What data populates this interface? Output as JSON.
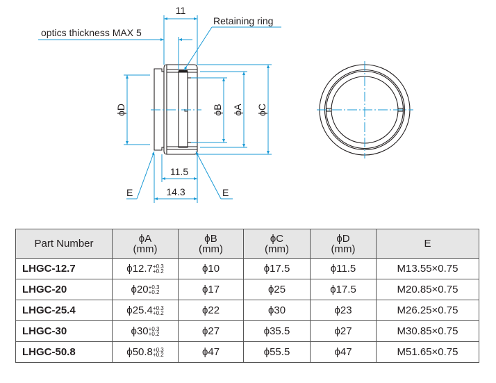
{
  "drawing": {
    "labels": {
      "dim_11": "11",
      "optics_thickness": "optics thickness MAX 5",
      "retaining_ring": "Retaining ring",
      "phi_d": "ϕD",
      "phi_b": "ϕB",
      "phi_a": "ϕA",
      "phi_c": "ϕC",
      "dim_11_5": "11.5",
      "dim_14_3": "14.3",
      "e_left": "E",
      "e_right": "E"
    },
    "colors": {
      "dimension": "#1a9ad6",
      "outline": "#231f20",
      "header_bg": "#e6e6e6"
    }
  },
  "table": {
    "headers": [
      {
        "title": "Part Number",
        "unit": ""
      },
      {
        "title": "ϕA",
        "unit": "(mm)"
      },
      {
        "title": "ϕB",
        "unit": "(mm)"
      },
      {
        "title": "ϕC",
        "unit": "(mm)"
      },
      {
        "title": "ϕD",
        "unit": "(mm)"
      },
      {
        "title": "E",
        "unit": ""
      }
    ],
    "rows": [
      {
        "part": "LHGC-12.7",
        "a": "ϕ12.7",
        "a_tol_upper": "+0.3",
        "a_tol_lower": "+0.2",
        "b": "ϕ10",
        "c": "ϕ17.5",
        "d": "ϕ11.5",
        "e": "M13.55×0.75"
      },
      {
        "part": "LHGC-20",
        "a": "ϕ20",
        "a_tol_upper": "+0.3",
        "a_tol_lower": "+0.2",
        "b": "ϕ17",
        "c": "ϕ25",
        "d": "ϕ17.5",
        "e": "M20.85×0.75"
      },
      {
        "part": "LHGC-25.4",
        "a": "ϕ25.4",
        "a_tol_upper": "+0.3",
        "a_tol_lower": "+0.2",
        "b": "ϕ22",
        "c": "ϕ30",
        "d": "ϕ23",
        "e": "M26.25×0.75"
      },
      {
        "part": "LHGC-30",
        "a": "ϕ30",
        "a_tol_upper": "+0.3",
        "a_tol_lower": "+0.2",
        "b": "ϕ27",
        "c": "ϕ35.5",
        "d": "ϕ27",
        "e": "M30.85×0.75"
      },
      {
        "part": "LHGC-50.8",
        "a": "ϕ50.8",
        "a_tol_upper": "+0.3",
        "a_tol_lower": "+0.2",
        "b": "ϕ47",
        "c": "ϕ55.5",
        "d": "ϕ47",
        "e": "M51.65×0.75"
      }
    ]
  }
}
